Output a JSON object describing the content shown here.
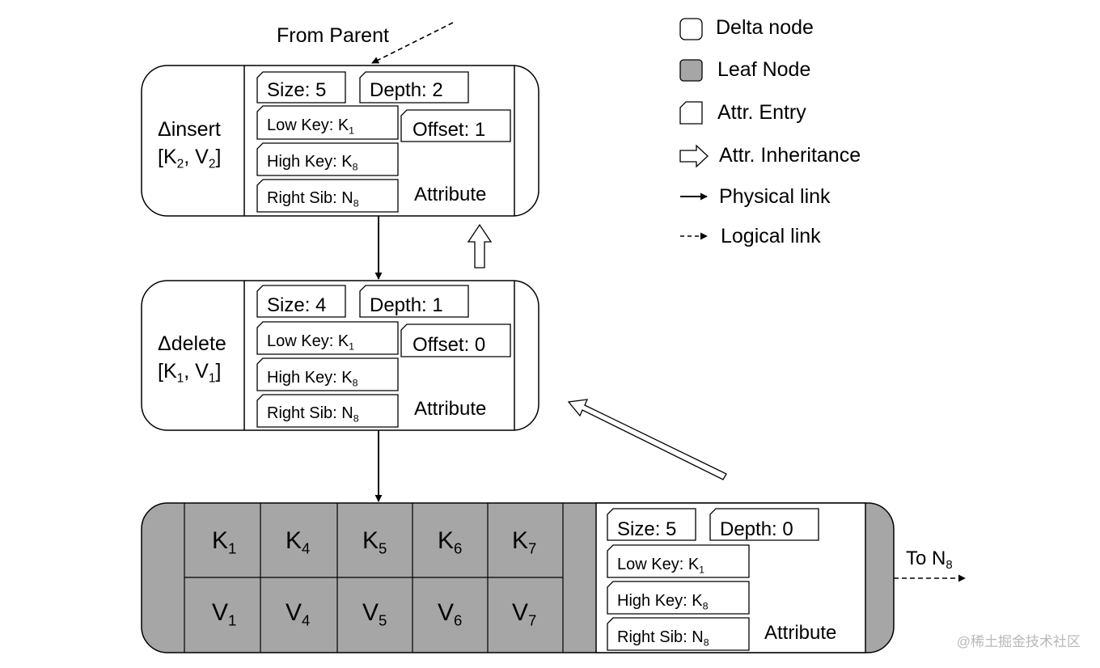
{
  "from_parent": "From Parent",
  "to_n8": {
    "text": "To N",
    "sub": "8"
  },
  "legend": [
    {
      "icon": "delta-node-icon",
      "label": "Delta node"
    },
    {
      "icon": "leaf-node-icon",
      "label": "Leaf Node"
    },
    {
      "icon": "attr-entry-icon",
      "label": "Attr. Entry"
    },
    {
      "icon": "attr-inheritance-icon",
      "label": "Attr. Inheritance"
    },
    {
      "icon": "physical-link-icon",
      "label": "Physical link"
    },
    {
      "icon": "logical-link-icon",
      "label": "Logical link"
    }
  ],
  "insert_node": {
    "name": "Δinsert",
    "kv": {
      "open": "[K",
      "k_sub": "2",
      "mid": ", V",
      "v_sub": "2",
      "close": "]"
    },
    "size": "Size: 5",
    "depth": "Depth: 2",
    "low_key": {
      "text": "Low Key: K",
      "sub": "1"
    },
    "offset": "Offset: 1",
    "high_key": {
      "text": "High Key: K",
      "sub": "8"
    },
    "right_sib": {
      "text": "Right Sib: N",
      "sub": "8"
    },
    "attribute": "Attribute"
  },
  "delete_node": {
    "name": "Δdelete",
    "kv": {
      "open": "[K",
      "k_sub": "1",
      "mid": ", V",
      "v_sub": "1",
      "close": "]"
    },
    "size": "Size: 4",
    "depth": "Depth: 1",
    "low_key": {
      "text": "Low Key: K",
      "sub": "1"
    },
    "offset": "Offset: 0",
    "high_key": {
      "text": "High Key: K",
      "sub": "8"
    },
    "right_sib": {
      "text": "Right Sib: N",
      "sub": "8"
    },
    "attribute": "Attribute"
  },
  "leaf_node": {
    "keys": [
      {
        "t": "K",
        "s": "1"
      },
      {
        "t": "K",
        "s": "4"
      },
      {
        "t": "K",
        "s": "5"
      },
      {
        "t": "K",
        "s": "6"
      },
      {
        "t": "K",
        "s": "7"
      }
    ],
    "values": [
      {
        "t": "V",
        "s": "1"
      },
      {
        "t": "V",
        "s": "4"
      },
      {
        "t": "V",
        "s": "5"
      },
      {
        "t": "V",
        "s": "6"
      },
      {
        "t": "V",
        "s": "7"
      }
    ],
    "size": "Size: 5",
    "depth": "Depth: 0",
    "low_key": {
      "text": "Low Key: K",
      "sub": "1"
    },
    "high_key": {
      "text": "High Key: K",
      "sub": "8"
    },
    "right_sib": {
      "text": "Right Sib: N",
      "sub": "8"
    },
    "attribute": "Attribute"
  },
  "watermark": "@稀土掘金技术社区",
  "colors": {
    "leaf_fill": "#a6a6a6",
    "stroke": "#000000",
    "watermark": "#b8b8b8"
  }
}
